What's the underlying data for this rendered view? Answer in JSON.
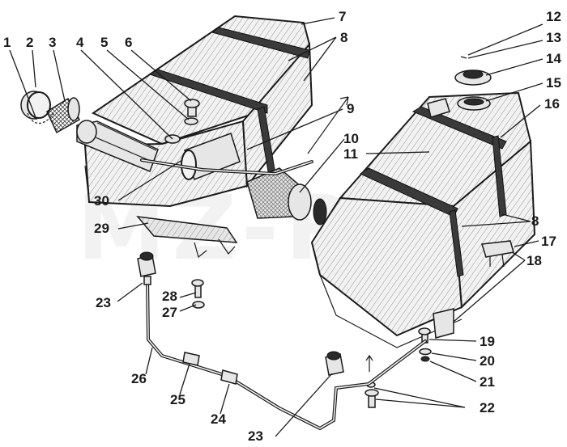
{
  "callouts": {
    "c1": "1",
    "c2": "2",
    "c3": "3",
    "c4": "4",
    "c5": "5",
    "c6": "6",
    "c7": "7",
    "c8a": "8",
    "c8b": "8",
    "c9": "9",
    "c10": "10",
    "c11": "11",
    "c12": "12",
    "c13": "13",
    "c14": "14",
    "c15": "15",
    "c16": "16",
    "c17": "17",
    "c18": "18",
    "c19": "19",
    "c20": "20",
    "c21": "21",
    "c22": "22",
    "c23a": "23",
    "c23b": "23",
    "c24": "24",
    "c25": "25",
    "c26": "26",
    "c27": "27",
    "c28": "28",
    "c29": "29",
    "c30": "30"
  },
  "watermark": "MZ-RU"
}
